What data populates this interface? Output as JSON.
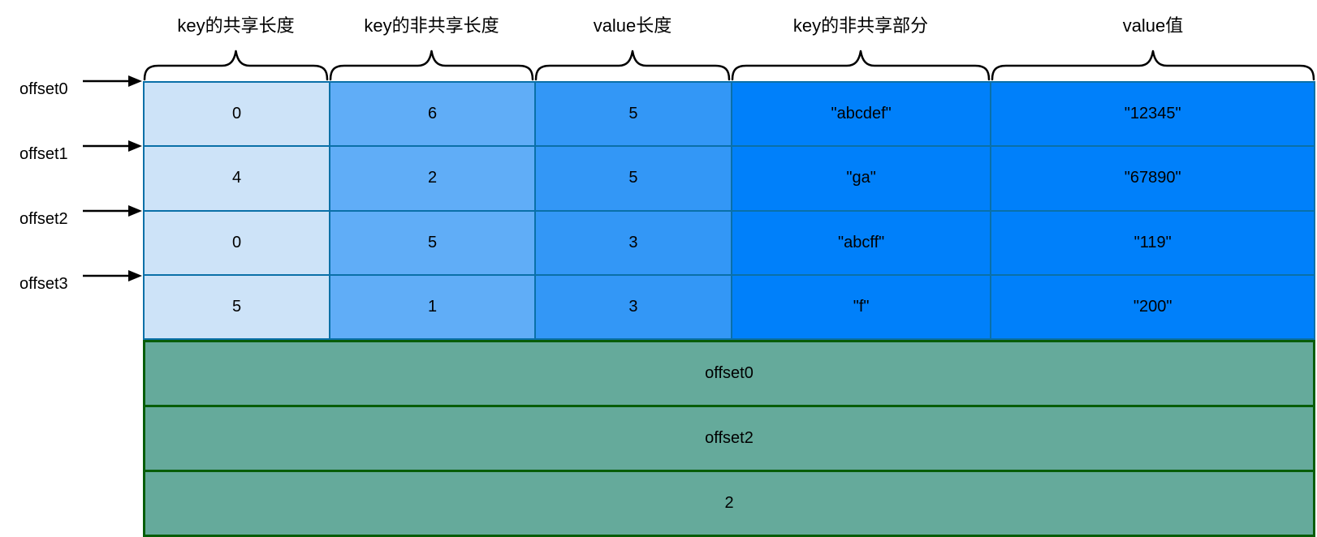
{
  "diagram": {
    "columns": [
      {
        "header": "key的共享长度"
      },
      {
        "header": "key的非共享长度"
      },
      {
        "header": "value长度"
      },
      {
        "header": "key的非共享部分"
      },
      {
        "header": "value值"
      }
    ],
    "offsets": [
      "offset0",
      "offset1",
      "offset2",
      "offset3"
    ],
    "rows": [
      [
        "0",
        "6",
        "5",
        "\"abcdef\"",
        "\"12345\""
      ],
      [
        "4",
        "2",
        "5",
        "\"ga\"",
        "\"67890\""
      ],
      [
        "0",
        "5",
        "3",
        "\"abcff\"",
        "\"119\""
      ],
      [
        "5",
        "1",
        "3",
        "\"f\"",
        "\"200\""
      ]
    ],
    "restarts": [
      "offset0",
      "offset2",
      "2"
    ],
    "colors": {
      "column_fills": [
        "#CDE3F8",
        "#60ADF7",
        "#3397F6",
        "#0080FA",
        "#0080FA"
      ],
      "table_border": "#0A70A8",
      "restart_fill": "#65AA9B",
      "restart_border": "#075D08",
      "text": "#000000",
      "line": "#000000"
    }
  }
}
